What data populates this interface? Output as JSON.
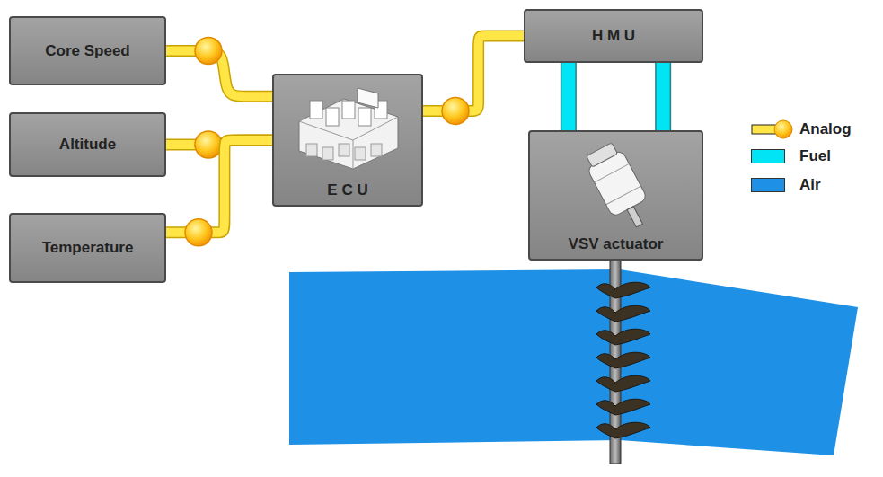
{
  "diagram": {
    "nodes": [
      {
        "text": [
          "Core Speed"
        ]
      },
      {
        "text": [
          "Altitude"
        ]
      },
      {
        "text": [
          "Temperature"
        ]
      },
      {
        "text": [
          "E C U"
        ]
      },
      {
        "text": [
          "H M U"
        ]
      },
      {
        "text": [
          "VSV actuator"
        ]
      }
    ],
    "edges": [
      {
        "from": 0,
        "to": 3,
        "arrow": "none"
      },
      {
        "from": 1,
        "to": 3,
        "arrow": "none"
      },
      {
        "from": 2,
        "to": 3,
        "arrow": "none"
      },
      {
        "from": 3,
        "to": 4,
        "arrow": "none"
      },
      {
        "from": 4,
        "to": 5,
        "arrow": "none"
      },
      {
        "from": 4,
        "to": 5,
        "arrow": "none"
      }
    ],
    "legend": [
      {
        "text": "Analog"
      },
      {
        "text": "Fuel",
        "color": "#00e4f5"
      },
      {
        "text": "Air",
        "color": "#1e90e6"
      }
    ]
  }
}
